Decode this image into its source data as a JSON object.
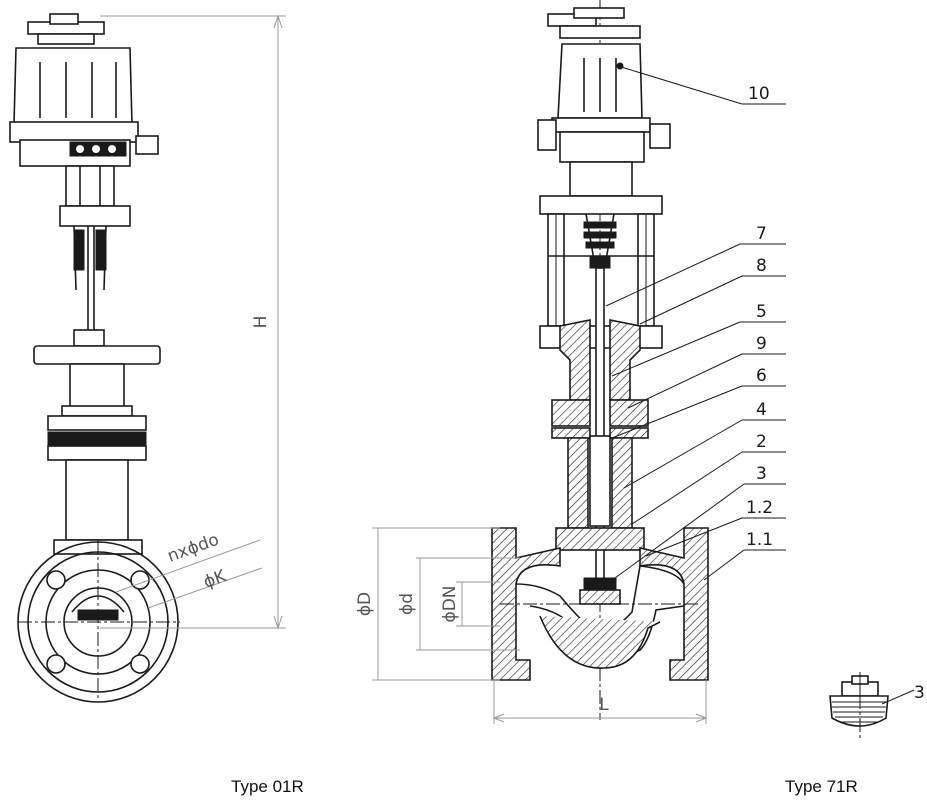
{
  "captions": {
    "left": "Type 01R",
    "right": "Type 71R"
  },
  "dimensions": {
    "height": "H",
    "bolts": "nxϕdo",
    "bolt_circle": "ϕK",
    "flange_outer": "ϕD",
    "flange_inner": "ϕd",
    "nominal": "ϕDN",
    "length": "L"
  },
  "callouts": [
    "10",
    "7",
    "8",
    "5",
    "9",
    "6",
    "4",
    "2",
    "3",
    "1.2",
    "1.1"
  ],
  "detail_callout": "3"
}
